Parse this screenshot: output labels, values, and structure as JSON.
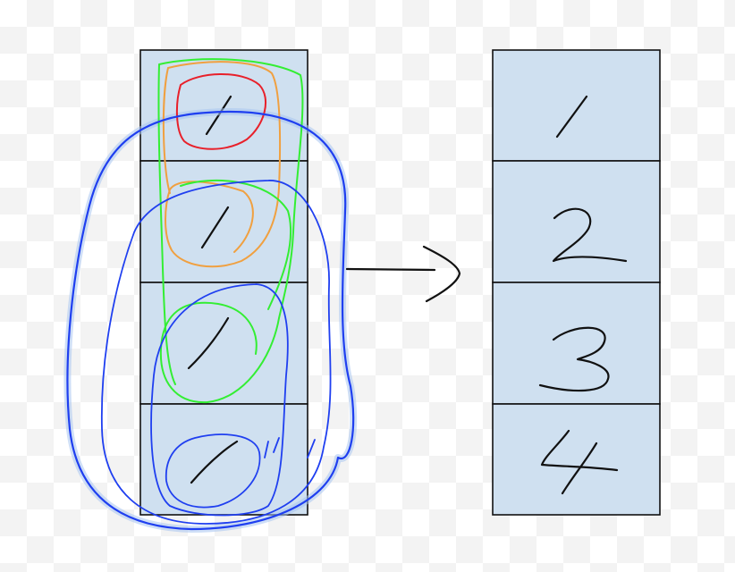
{
  "diagram": {
    "left_column": {
      "cells": [
        "1",
        "1",
        "1",
        "1"
      ]
    },
    "right_column": {
      "cells": [
        "1",
        "2",
        "3",
        "4"
      ]
    },
    "arrow": {
      "direction": "right"
    },
    "colors": {
      "cell_fill": "#cfe0f0",
      "cell_stroke": "#111111",
      "ink": "#111111",
      "red": "#e8202a",
      "orange": "#f0a040",
      "green": "#33ee33",
      "blue": "#1f3ff0",
      "blue_glow": "#a8c4f0"
    },
    "loops": [
      {
        "color": "red",
        "encloses": [
          1
        ]
      },
      {
        "color": "orange",
        "encloses": [
          1,
          2
        ]
      },
      {
        "color": "green",
        "encloses": [
          1,
          2,
          3
        ]
      },
      {
        "color": "blue",
        "encloses": [
          1,
          2,
          3,
          4
        ]
      },
      {
        "color": "blue",
        "encloses": [
          2,
          3,
          4
        ]
      },
      {
        "color": "blue",
        "encloses": [
          3,
          4
        ]
      },
      {
        "color": "blue",
        "encloses": [
          4
        ]
      }
    ]
  }
}
